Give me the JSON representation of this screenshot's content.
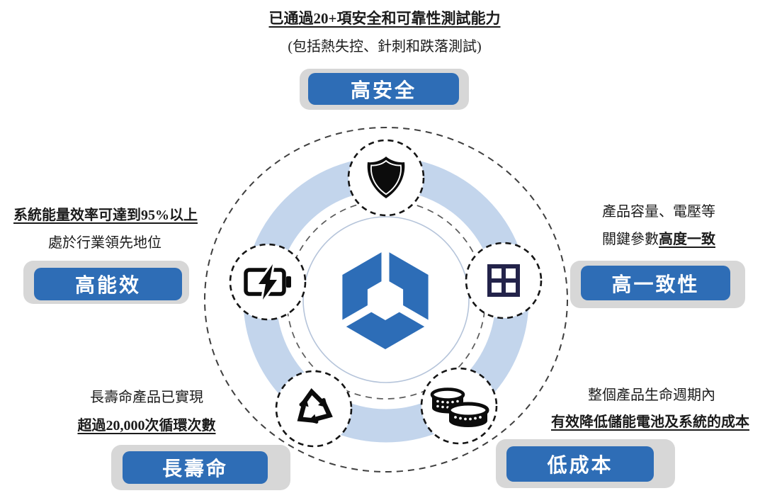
{
  "colors": {
    "badge_blue": "#2e6db6",
    "badge_shadow_gray": "#d7d7d7",
    "logo_blue": "#2d6db7",
    "ring_light_blue": "#c3d5ec",
    "grid_icon_navy": "#23234a",
    "icon_black": "#0c0c0c",
    "text_black": "#1b1b1b"
  },
  "callouts": {
    "top": {
      "line1": "已通過20+項安全和可靠性測試能力",
      "line2": "(包括熱失控、針刺和跌落測試)",
      "badge": "高安全",
      "icon": "shield-icon"
    },
    "left": {
      "line1": "系統能量效率可達到95%以上",
      "line2": "處於行業領先地位",
      "badge": "高能效",
      "icon": "battery-charging-icon"
    },
    "right": {
      "line1": "產品容量、電壓等",
      "line2_prefix": "關鍵參數",
      "line2_emphasis": "高度一致",
      "badge": "高一致性",
      "icon": "window-grid-icon"
    },
    "bottom_left": {
      "line1": "長壽命產品已實現",
      "line2": "超過20,000次循環次數",
      "badge": "長壽命",
      "icon": "recycle-icon"
    },
    "bottom_right": {
      "line1": "整個產品生命週期內",
      "line2": "有效降低儲能電池及系統的成本",
      "badge": "低成本",
      "icon": "coins-icon"
    }
  },
  "center": {
    "logo": "hexagon-cube-logo"
  }
}
